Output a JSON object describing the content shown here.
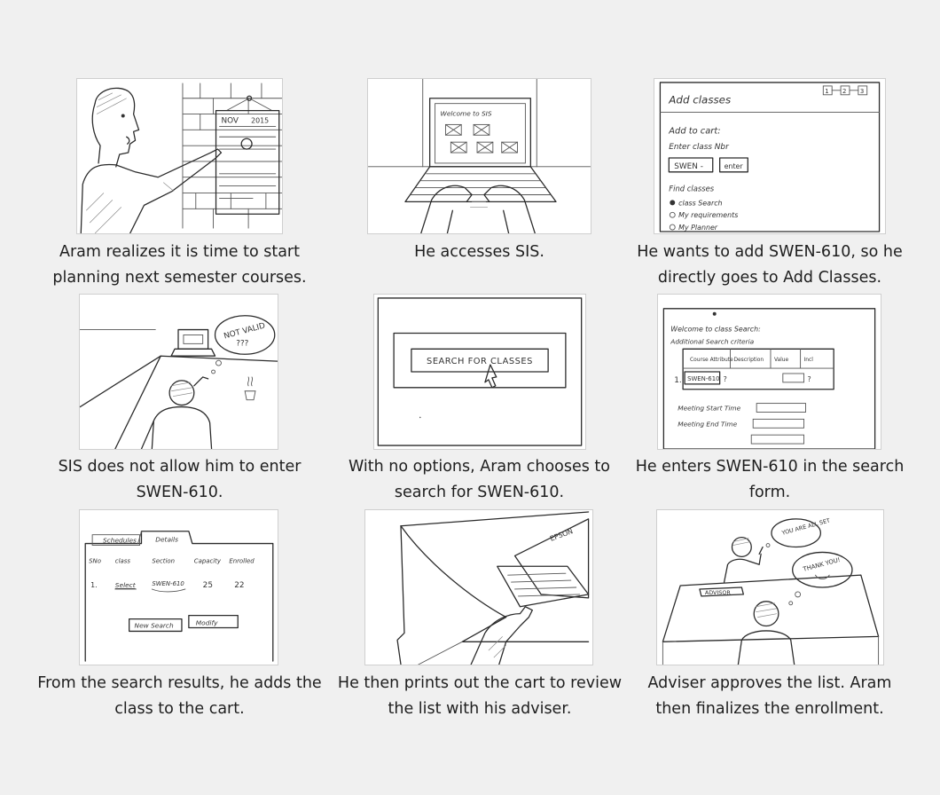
{
  "panels": [
    {
      "caption": "Aram realizes it is time to start planning next semester courses.",
      "sketch": {
        "calendar_title": "NOV",
        "calendar_year": "2015"
      }
    },
    {
      "caption": "He accesses SIS.",
      "sketch": {
        "screen_text": "Welcome to SIS"
      }
    },
    {
      "caption": "He wants to add SWEN-610, so he directly goes to Add Classes.",
      "sketch": {
        "title": "Add classes",
        "steps": [
          "1",
          "2",
          "3"
        ],
        "add_to_cart": "Add to cart:",
        "enter_class": "Enter class Nbr",
        "field_value": "SWEN -",
        "enter_button": "enter",
        "find_classes": "Find classes",
        "options": [
          "class Search",
          "My requirements",
          "My Planner"
        ]
      }
    },
    {
      "caption": "SIS does not allow him to enter SWEN-610.",
      "sketch": {
        "thought": "NOT VALID",
        "marks": "???"
      }
    },
    {
      "caption": "With no options, Aram chooses to search for SWEN-610.",
      "sketch": {
        "button": "SEARCH FOR CLASSES"
      }
    },
    {
      "caption": "He enters SWEN-610 in the search form.",
      "sketch": {
        "welcome": "Welcome to class Search:",
        "criteria": "Additional Search criteria",
        "columns": [
          "Course Attribute",
          "Description",
          "Value",
          "Incl"
        ],
        "row_number": "1.",
        "row_value": "SWEN-610",
        "row_hint": "?",
        "start_time": "Meeting Start Time",
        "end_time": "Meeting End Time"
      }
    },
    {
      "caption": "From the search results, he adds the class to the cart.",
      "sketch": {
        "tabs": [
          "Schedules",
          "Details"
        ],
        "columns": [
          "SNo",
          "class",
          "Section",
          "Capacity",
          "Enrolled"
        ],
        "row": [
          "1.",
          "Select",
          "SWEN-610",
          "25",
          "22"
        ],
        "buttons": [
          "New Search",
          "Modify"
        ]
      }
    },
    {
      "caption": "He then prints out the cart to review the list with his adviser.",
      "sketch": {
        "printer_brand": "EPSON"
      }
    },
    {
      "caption": "Adviser approves the list. Aram then finalizes the enrollment.",
      "sketch": {
        "nameplate": "ADVISOR",
        "adviser_bubble": "YOU ARE ALL SET",
        "student_bubble": "THANK YOU!"
      }
    }
  ]
}
